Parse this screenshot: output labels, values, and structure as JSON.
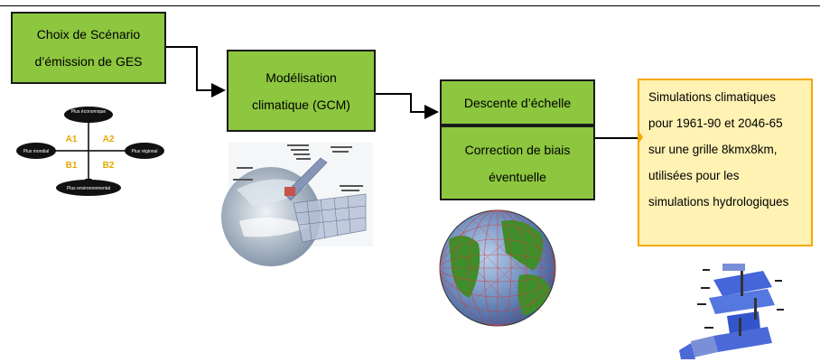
{
  "colors": {
    "box_green": "#8dc63f",
    "box_border": "#1a1a1a",
    "result_fill": "#fff2b3",
    "result_border": "#f5a800",
    "arrow": "#000000"
  },
  "steps": {
    "scenario": {
      "line1": "Choix de Scénario",
      "line2": "d’émission de GES"
    },
    "modeling": {
      "line1": "Modélisation",
      "line2": "climatique (GCM)"
    },
    "downscaling": {
      "label": "Descente d’échelle"
    },
    "bias": {
      "line1": "Correction de biais",
      "line2": "éventuelle"
    }
  },
  "result": {
    "lines": [
      "Simulations climatiques",
      "pour 1961-90 et 2046-65",
      "sur une grille 8kmx8km,",
      "utilisées pour les",
      "simulations hydrologiques"
    ]
  },
  "scenario_diagram": {
    "top": "Plus économique",
    "bottom": "Plus environnemental",
    "left": "Plus mondial",
    "right": "Plus régional",
    "quadrants": [
      "A1",
      "A2",
      "B1",
      "B2"
    ]
  },
  "icons": [
    "gcm-grid-globe-image",
    "wireframe-globe-image",
    "hydrology-model-image"
  ]
}
